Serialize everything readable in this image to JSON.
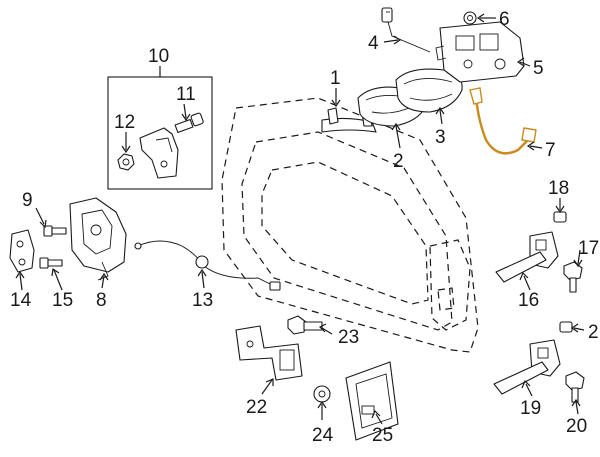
{
  "diagram": {
    "callouts": [
      {
        "id": "1",
        "label": "1"
      },
      {
        "id": "2",
        "label": "2"
      },
      {
        "id": "3",
        "label": "3"
      },
      {
        "id": "4",
        "label": "4"
      },
      {
        "id": "5",
        "label": "5"
      },
      {
        "id": "6",
        "label": "6"
      },
      {
        "id": "7",
        "label": "7"
      },
      {
        "id": "8",
        "label": "8"
      },
      {
        "id": "9",
        "label": "9"
      },
      {
        "id": "10",
        "label": "10"
      },
      {
        "id": "11",
        "label": "11"
      },
      {
        "id": "12",
        "label": "12"
      },
      {
        "id": "13",
        "label": "13"
      },
      {
        "id": "14",
        "label": "14"
      },
      {
        "id": "15",
        "label": "15"
      },
      {
        "id": "16",
        "label": "16"
      },
      {
        "id": "17",
        "label": "17"
      },
      {
        "id": "18",
        "label": "18"
      },
      {
        "id": "19",
        "label": "19"
      },
      {
        "id": "20",
        "label": "20"
      },
      {
        "id": "21",
        "label": "2"
      },
      {
        "id": "22",
        "label": "22"
      },
      {
        "id": "23",
        "label": "23"
      },
      {
        "id": "24",
        "label": "24"
      },
      {
        "id": "25",
        "label": "25"
      }
    ],
    "highlight_color": "#c98a1e",
    "line_color": "#1a1a1a"
  }
}
